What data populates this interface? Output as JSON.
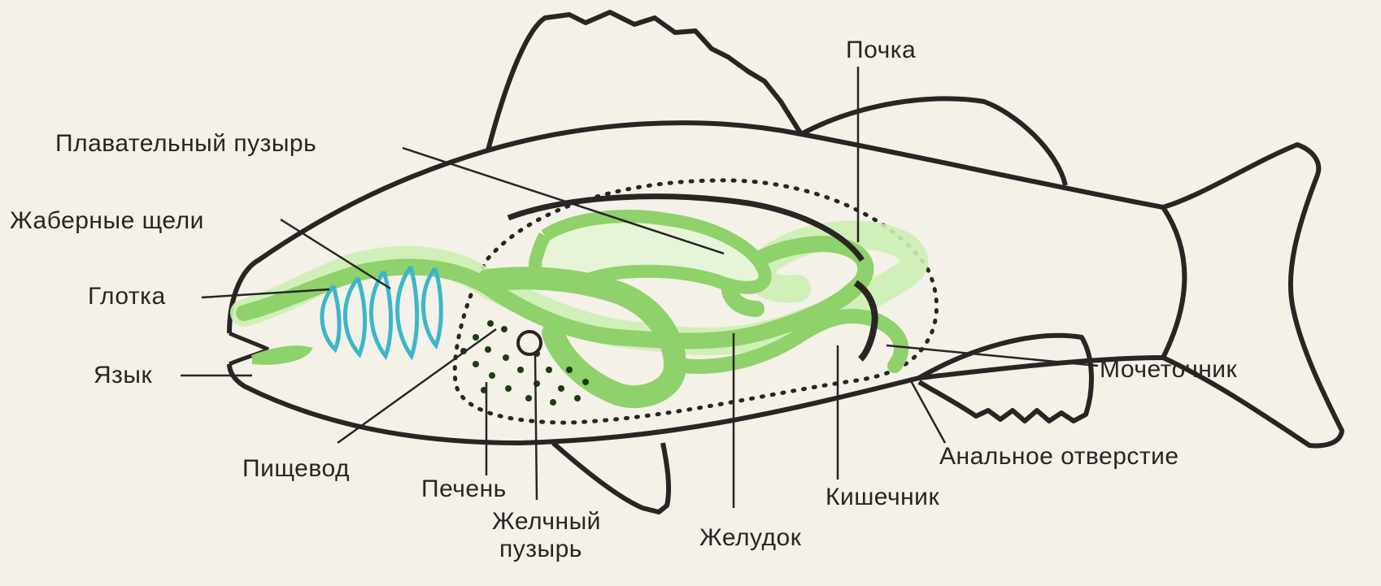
{
  "labels": {
    "kidney": "Почка",
    "swim_bladder": "Плавательный пузырь",
    "gill_slits": "Жаберные щели",
    "pharynx": "Глотка",
    "tongue": "Язык",
    "esophagus": "Пищевод",
    "liver": "Печень",
    "gallbladder_line1": "Желчный",
    "gallbladder_line2": "пузырь",
    "stomach": "Желудок",
    "intestine": "Кишечник",
    "anus": "Анальное отверстие",
    "ureter": "Мочеточник"
  },
  "colors": {
    "outline": "#2a2424",
    "digestive": "#8fd16a",
    "digestive_light": "#cdeeb4",
    "gills": "#3bb7c9",
    "liver_dots": "#1f3a12",
    "background": "#f4f1e8"
  }
}
